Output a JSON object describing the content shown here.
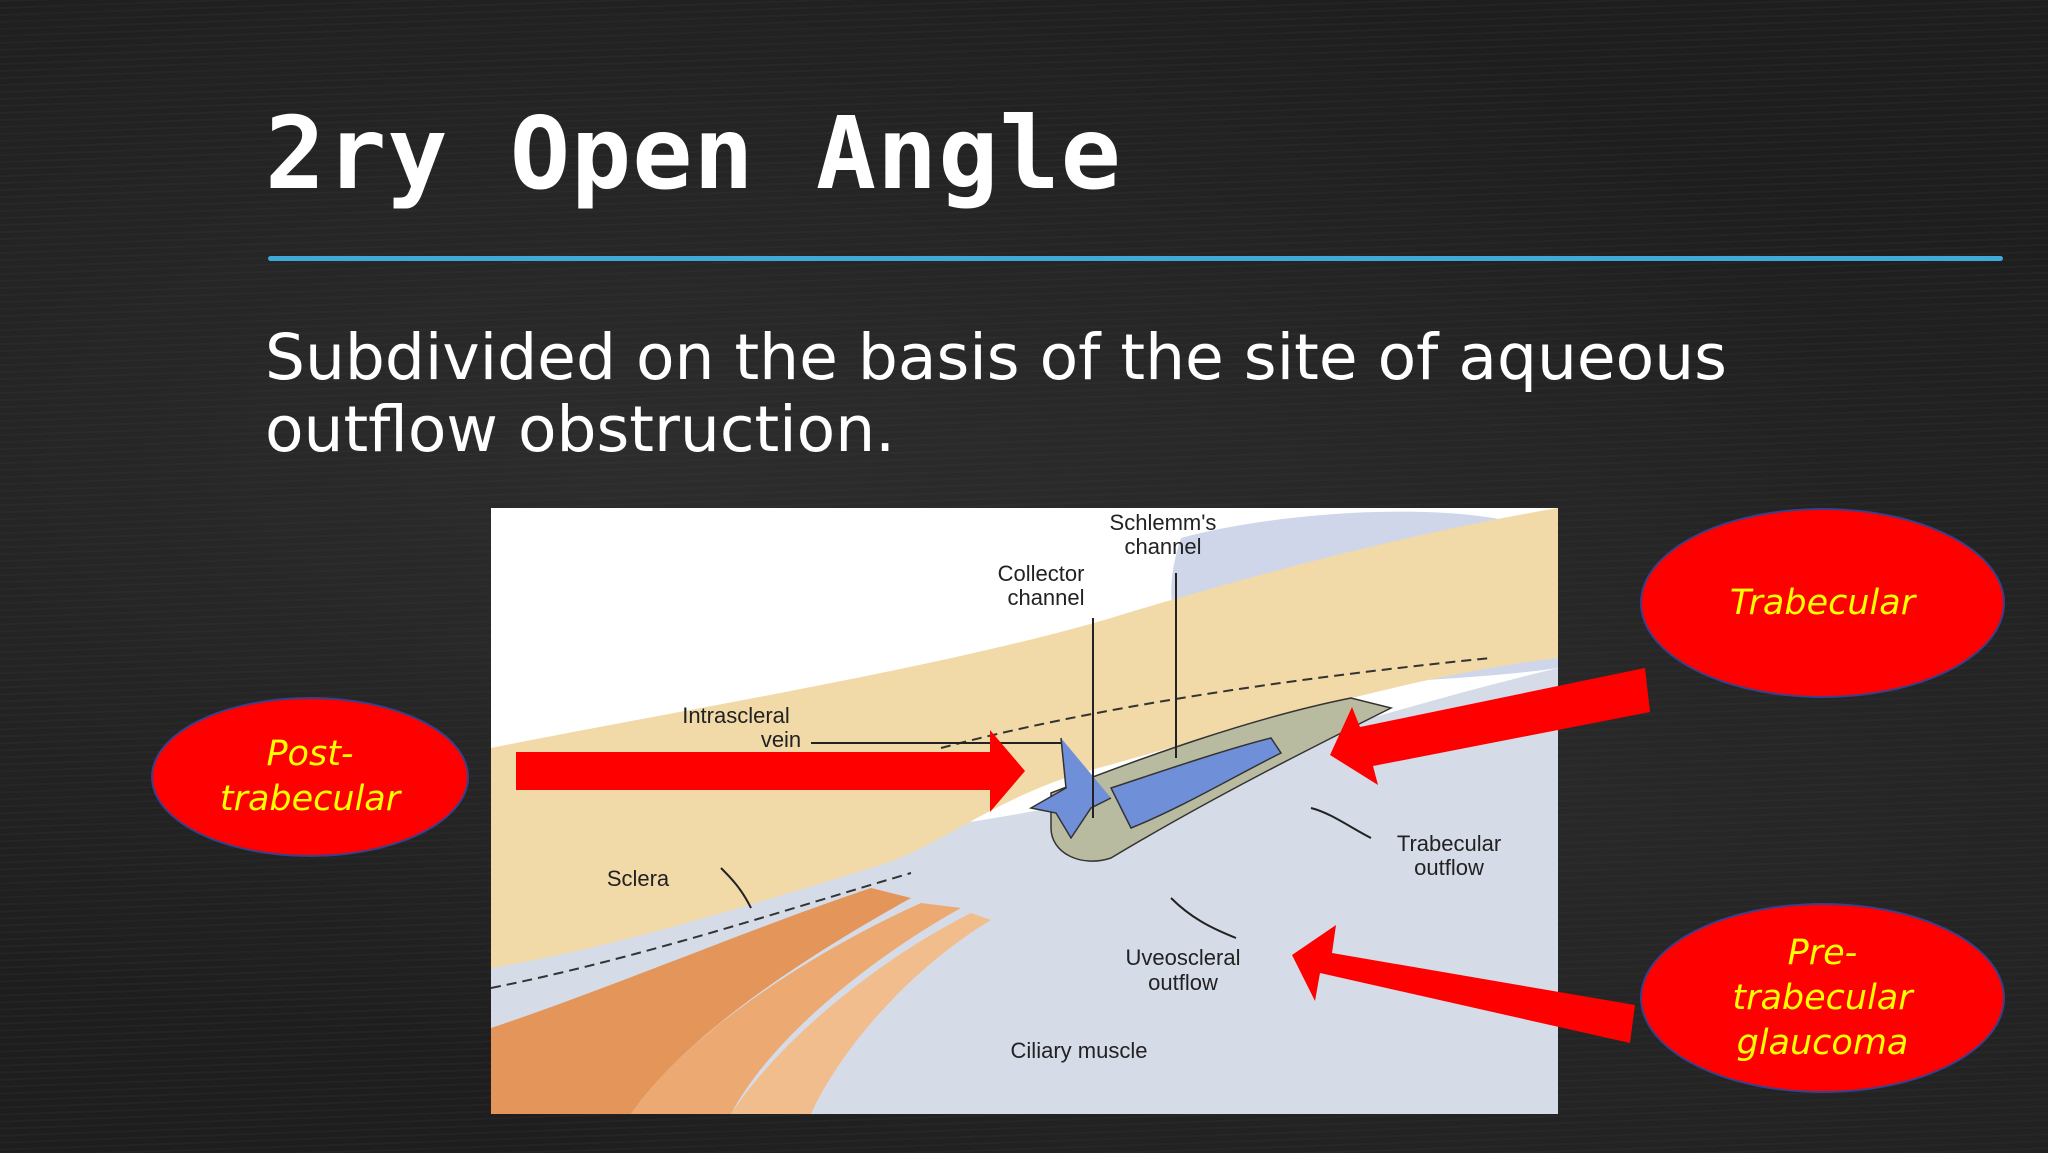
{
  "slide": {
    "title": "2ry Open Angle",
    "subtitle": "Subdivided on the basis of the site of aqueous outflow obstruction."
  },
  "diagram": {
    "labels": {
      "schlemm": [
        "Schlemm's",
        "channel"
      ],
      "collector": [
        "Collector",
        "channel"
      ],
      "intrascleral": [
        "Intrascleral",
        "vein"
      ],
      "sclera": "Sclera",
      "trabecular_outflow": [
        "Trabecular",
        "outflow"
      ],
      "uveoscleral": [
        "Uveoscleral",
        "outflow"
      ],
      "ciliary": "Ciliary muscle"
    }
  },
  "callouts": {
    "trabecular": [
      "Trabecular"
    ],
    "post_trabecular": [
      "Post-",
      "trabecular"
    ],
    "pre_trabecular": [
      "Pre-",
      "trabecular",
      "glaucoma"
    ]
  },
  "colors": {
    "accent_rule": "#3fa9d8",
    "callout_fill": "#ff0000",
    "callout_text": "#ffff00",
    "arrow": "#ff0000"
  }
}
